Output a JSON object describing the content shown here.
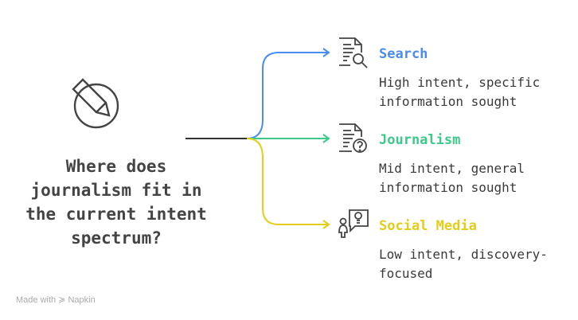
{
  "question": "Where does journalism fit in the current intent spectrum?",
  "branches": [
    {
      "title": "Search",
      "desc": "High intent, specific information sought",
      "color": "#4a8cf0",
      "icon": "document-search-icon"
    },
    {
      "title": "Journalism",
      "desc": "Mid intent, general information sought",
      "color": "#3cc98a",
      "icon": "document-question-icon"
    },
    {
      "title": "Social Media",
      "desc": "Low intent, discovery-focused",
      "color": "#e3cd1a",
      "icon": "person-idea-icon"
    }
  ],
  "footer": {
    "made_with": "Made with",
    "brand": "Napkin"
  }
}
